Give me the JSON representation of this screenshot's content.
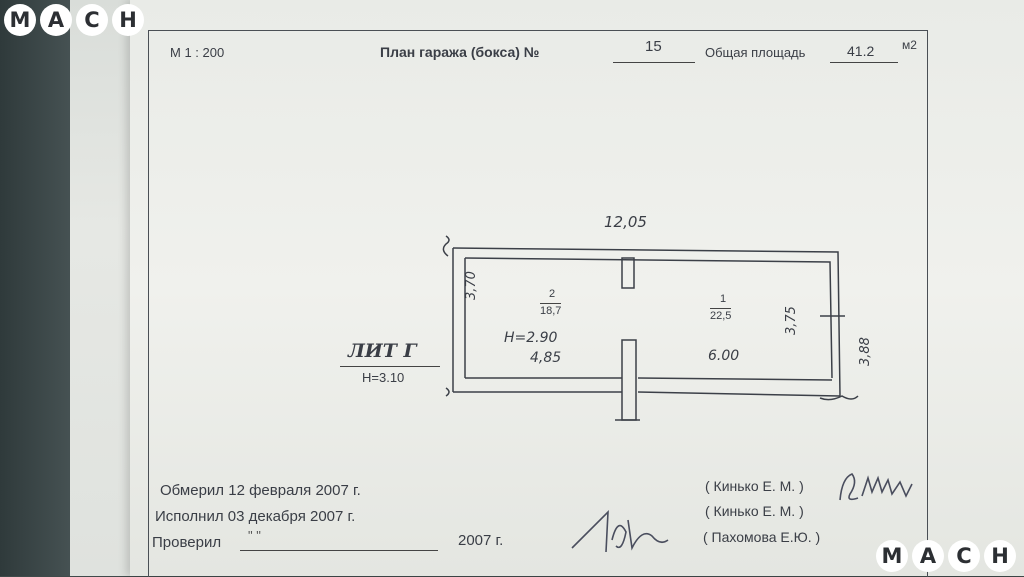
{
  "watermark": {
    "text": "МАСН",
    "letters": [
      "М",
      "А",
      "С",
      "Н"
    ]
  },
  "header": {
    "scale": "М 1 : 200",
    "title": "План гаража (бокса) №",
    "number": "15",
    "area_label": "Общая площадь",
    "area_value": "41.2",
    "area_unit": "м2"
  },
  "plan": {
    "total_length": "12,05",
    "left_height": "3,70",
    "right_height": "3,75",
    "outer_height": "3,88",
    "room2_num": "2",
    "room2_area": "18,7",
    "room1_num": "1",
    "room1_area": "22,5",
    "inner_height": "H=2.90",
    "seg_left": "4,85",
    "seg_right": "6.00",
    "lit_label": "ЛИТ Г",
    "lit_height": "H=3.10"
  },
  "footer": {
    "measured_label": "Обмерил 12 февраля 2007 г.",
    "executed_label": "Исполнил 03 декабря 2007 г.",
    "checked_label": "Проверил",
    "checked_hand": "\"  \"",
    "checked_year": "2007 г.",
    "measured_by": "( Кинько Е. М. )",
    "executed_by": "( Кинько Е. М. )",
    "checked_by": "( Пахомова Е.Ю. )"
  }
}
